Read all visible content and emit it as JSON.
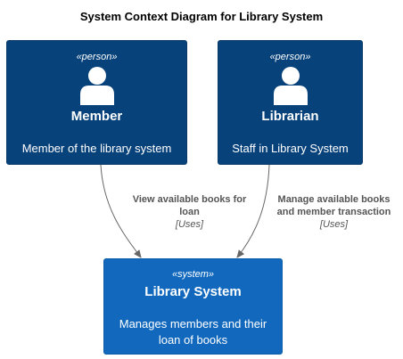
{
  "diagram": {
    "title": "System Context Diagram for Library System",
    "nodes": [
      {
        "stereotype": "«person»",
        "name": "Member",
        "description": "Member of the library system"
      },
      {
        "stereotype": "«person»",
        "name": "Librarian",
        "description": "Staff in Library System"
      },
      {
        "stereotype": "«system»",
        "name": "Library System",
        "description_lines": [
          "Manages members and their",
          "loan of books"
        ]
      }
    ],
    "relations": [
      {
        "label_lines": [
          "View available books for",
          "loan"
        ],
        "technology": "[Uses]"
      },
      {
        "label_lines": [
          "Manage available books",
          "and member transaction"
        ],
        "technology": "[Uses]"
      }
    ],
    "colors": {
      "person": "#08427b",
      "system": "#1168bd",
      "edge": "#666666"
    }
  }
}
